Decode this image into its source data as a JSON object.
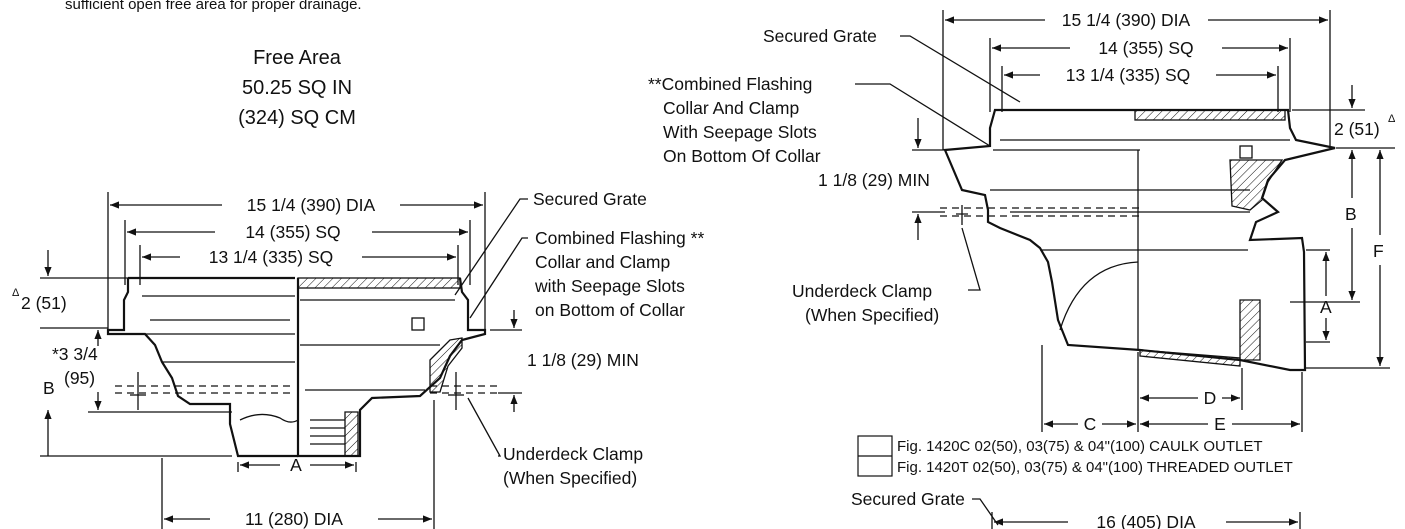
{
  "intro_text": "sufficient open free area for proper drainage.",
  "left_drawing": {
    "free_area": {
      "line1": "Free Area",
      "line2": "50.25 SQ IN",
      "line3": "(324) SQ CM"
    },
    "dims": {
      "dia_top": "15 1/4 (390) DIA",
      "sq_14": "14 (355) SQ",
      "sq_13": "13 1/4 (335) SQ",
      "height_2": "2 (51)",
      "delta": "Δ",
      "height_3_34_a": "*3 3/4",
      "height_3_34_b": "(95)",
      "b_label": "B",
      "min_118": "1 1/8 (29) MIN",
      "a_label": "A",
      "dia_bottom": "11 (280) DIA"
    },
    "callouts": {
      "secured_grate": "Secured Grate",
      "flashing_1": "Combined Flashing **",
      "flashing_2": "Collar and Clamp",
      "flashing_3": "with Seepage Slots",
      "flashing_4": "on Bottom of Collar",
      "clamp_1": "Underdeck Clamp",
      "clamp_2": "(When Specified)"
    }
  },
  "right_drawing": {
    "dims": {
      "dia_top": "15 1/4 (390) DIA",
      "sq_14": "14 (355) SQ",
      "sq_13": "13 1/4 (335) SQ",
      "height_2": "2 (51)",
      "delta": "Δ",
      "min_118": "1 1/8 (29) MIN",
      "b_label": "B",
      "f_label": "F",
      "a_label": "A",
      "c_label": "C",
      "d_label": "D",
      "e_label": "E"
    },
    "callouts": {
      "secured_grate": "Secured Grate",
      "flashing_1": "**Combined Flashing",
      "flashing_2": "Collar And Clamp",
      "flashing_3": "With Seepage Slots",
      "flashing_4": "On Bottom Of Collar",
      "clamp_1": "Underdeck Clamp",
      "clamp_2": "(When Specified)"
    },
    "legend": [
      "Fig. 1420C 02(50), 03(75) & 04\"(100) CAULK OUTLET",
      "Fig. 1420T 02(50), 03(75) & 04\"(100) THREADED OUTLET"
    ]
  },
  "bottom_drawing": {
    "secured_grate": "Secured Grate",
    "dia": "16 (405) DIA"
  }
}
